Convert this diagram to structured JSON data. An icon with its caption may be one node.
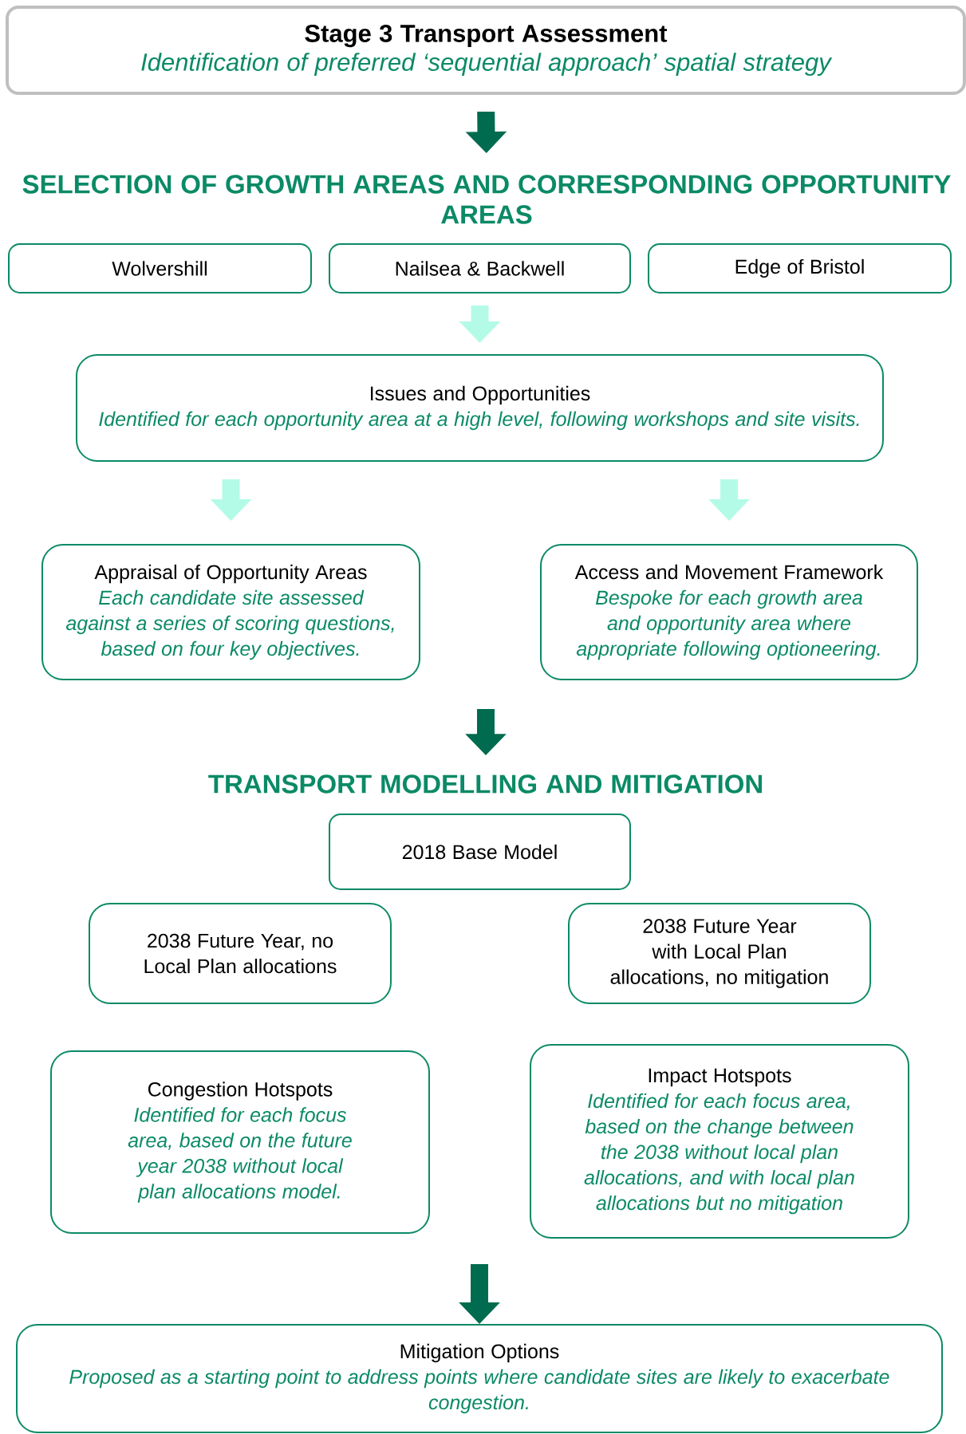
{
  "diagram": {
    "nodes": [
      {
        "text": [
          "Stage 3 Transport Assessment",
          "Identification of preferred ‘sequential approach’ spatial strategy"
        ]
      },
      {
        "text": [
          "SELECTION OF GROWTH AREAS AND CORRESPONDING OPPORTUNITY AREAS"
        ]
      },
      {
        "text": [
          "Wolvershill"
        ]
      },
      {
        "text": [
          "Nailsea & Backwell"
        ]
      },
      {
        "text": [
          "Edge of Bristol"
        ]
      },
      {
        "text": [
          "Issues and Opportunities",
          "Identified for each opportunity area at a high level, following workshops and site visits."
        ]
      },
      {
        "text": [
          "Appraisal of Opportunity Areas",
          "Each candidate site assessed against a series of scoring questions, based on four key objectives."
        ]
      },
      {
        "text": [
          "Access and Movement Framework",
          "Bespoke for each growth area and opportunity area where appropriate following optioneering."
        ]
      },
      {
        "text": [
          "TRANSPORT MODELLING AND MITIGATION"
        ]
      },
      {
        "text": [
          "2018 Base Model"
        ]
      },
      {
        "text": [
          "2038 Future Year, no Local Plan allocations"
        ]
      },
      {
        "text": [
          "2038 Future Year with Local Plan allocations, no mitigation"
        ]
      },
      {
        "text": [
          "Congestion Hotspots",
          "Identified for each focus area, based on the future year 2038 without local plan allocations model."
        ]
      },
      {
        "text": [
          "Impact Hotspots",
          "Identified for each focus area, based on the change between the 2038 without local plan allocations, and with local plan allocations but no mitigation"
        ]
      },
      {
        "text": [
          "Mitigation Options",
          "Proposed as a starting point to address points where candidate sites are likely to exacerbate congestion."
        ]
      }
    ],
    "edges": [
      {
        "from": 0,
        "to": 1,
        "arrow": "to",
        "color": "#006b4f"
      },
      {
        "from": 3,
        "to": 5,
        "arrow": "to",
        "color": "#b3fbe6"
      },
      {
        "from": 5,
        "to": 6,
        "arrow": "to",
        "color": "#b3fbe6"
      },
      {
        "from": 5,
        "to": 7,
        "arrow": "to",
        "color": "#b3fbe6"
      },
      {
        "from": null,
        "to": 8,
        "arrow": "to",
        "color": "#006b4f"
      },
      {
        "from": null,
        "to": 14,
        "arrow": "to",
        "color": "#006b4f"
      }
    ]
  }
}
